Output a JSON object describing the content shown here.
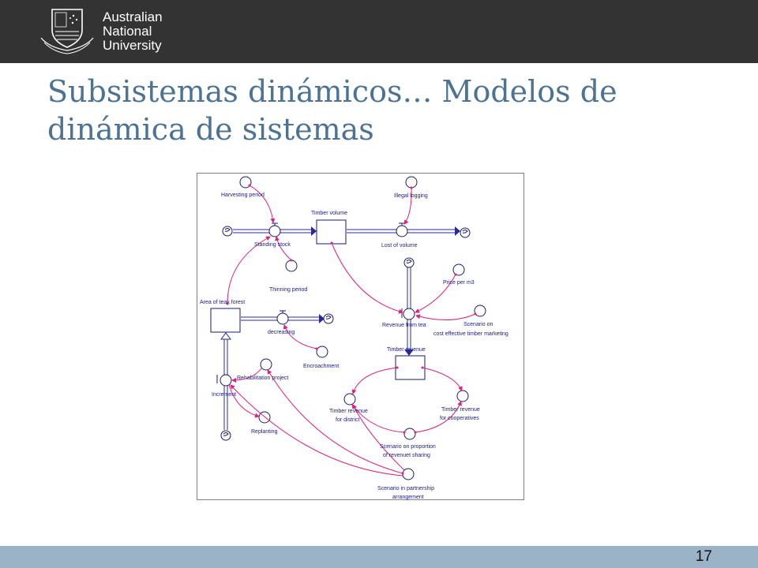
{
  "header": {
    "brand_line1": "Australian",
    "brand_line2": "National",
    "brand_line3": "University"
  },
  "slide": {
    "title_line1": "Subsistemas dinámicos…  Modelos de",
    "title_line2": "dinámica de sistemas",
    "page_number": "17"
  },
  "diagram": {
    "labels": {
      "harvesting_period": "Harvesting period",
      "timber_volume": "Timber volume",
      "illegal_logging": "Illegal logging",
      "standing_stock": "Standing stock",
      "lost_of_volume": "Lost of volume",
      "thinning_period": "Thinning period",
      "price_per_m3": "Price per m3",
      "area_of_teak_forest": "Area of teak forest",
      "decreasing": "decreasing",
      "revenue_from_tea": "Revenue from tea",
      "scenario_cost_line1": "Scenario on",
      "scenario_cost_line2": "cost effective timber marketing",
      "timber_revenue": "Timber revenue",
      "encroachment": "Encroachment",
      "rehabilitation_project": "Rehabilitation project",
      "increment": "Increment",
      "timber_revenue_district_line1": "Timber revenue",
      "timber_revenue_district_line2": "for district",
      "timber_revenue_coop_line1": "Timber revenue",
      "timber_revenue_coop_line2": "for cooperatives",
      "replanting": "Replanting",
      "scenario_proportion_line1": "Scenario on proportion",
      "scenario_proportion_line2": "of revenuet sharing",
      "scenario_partnership_line1": "Scenario in partnership",
      "scenario_partnership_line2": "arrangement"
    },
    "colors": {
      "link": "#e0207a",
      "flow": "#2a2a9c",
      "node": "#1a1a6c"
    }
  }
}
